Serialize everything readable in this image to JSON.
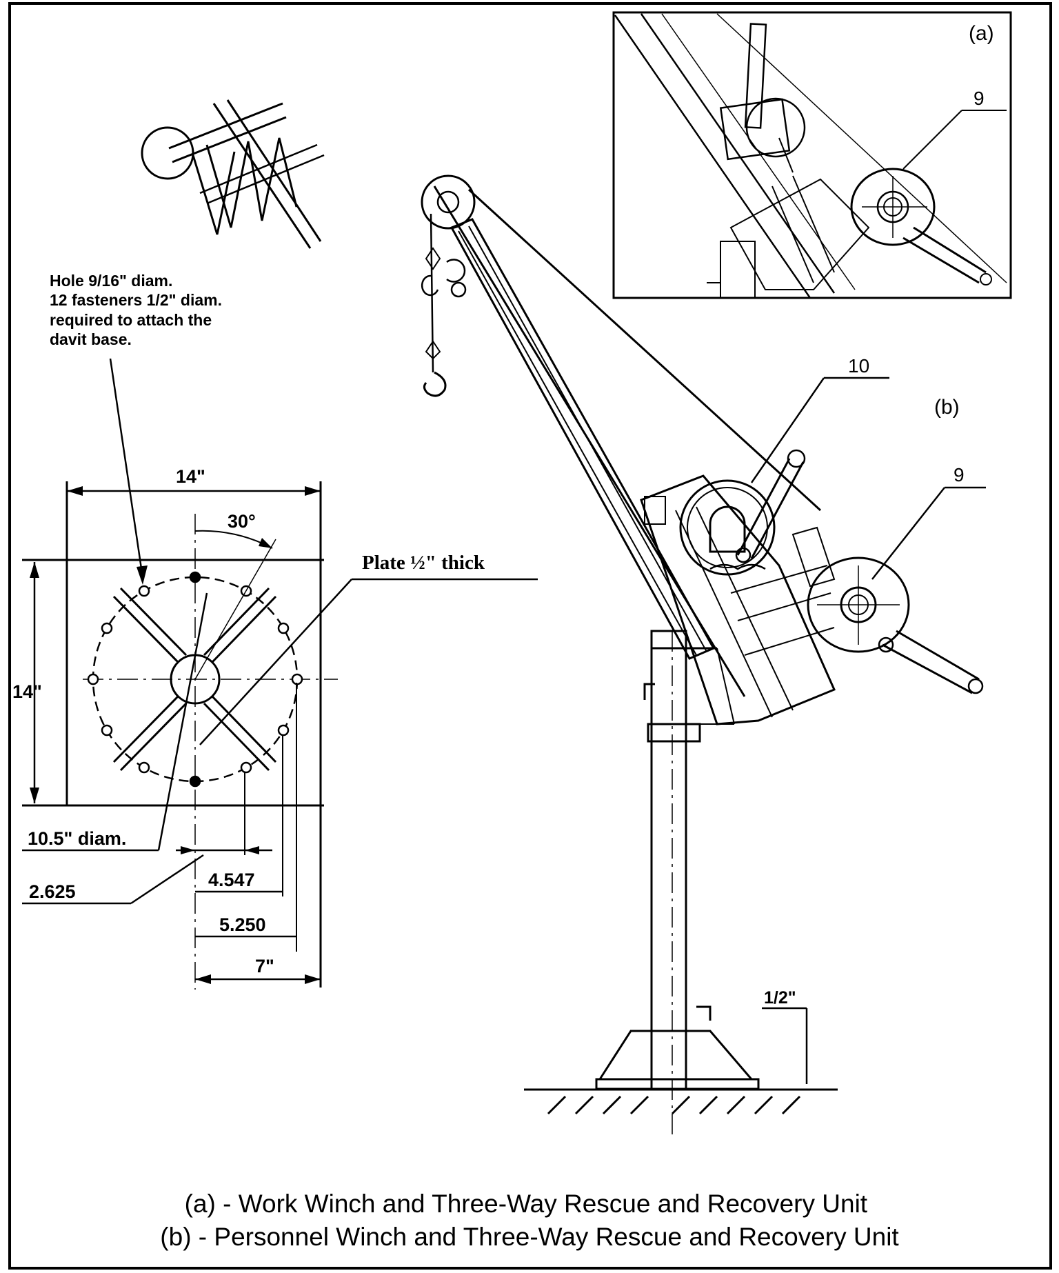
{
  "inset_label": "(a)",
  "main_label": "(b)",
  "callouts": {
    "inset_9": "9",
    "main_10": "10",
    "main_9": "9"
  },
  "note_lines": [
    "Hole 9/16\" diam.",
    "12 fasteners 1/2\" diam.",
    "required to attach the",
    "davit base."
  ],
  "dimensions": {
    "width": "14\"",
    "height": "14\"",
    "angle": "30°",
    "plate": "Plate ½\" thick",
    "circle_diam": "10.5\" diam.",
    "d_2625": "2.625",
    "d_4547": "4.547",
    "d_5250": "5.250",
    "d_7": "7\"",
    "base_thickness": "1/2\""
  },
  "caption_lines": [
    "(a) - Work Winch and Three-Way Rescue and Recovery Unit",
    "(b) - Personnel Winch and Three-Way Rescue and Recovery Unit"
  ],
  "colors": {
    "ink": "#000000",
    "paper": "#ffffff"
  }
}
